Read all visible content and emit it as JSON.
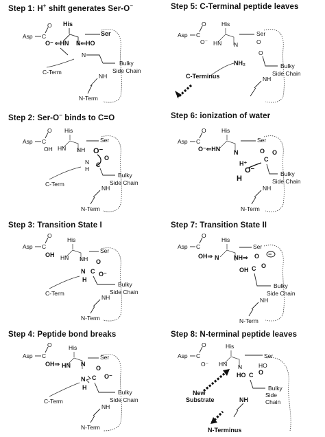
{
  "steps": [
    {
      "title_main": "Step 1: H",
      "title_sup": "+",
      "title_rest": " shift generates Ser-O",
      "title_end_sup": "−",
      "labels": {
        "his": "His",
        "ser": "Ser",
        "asp": "Asp",
        "c": "C",
        "asp_o": "O",
        "asp_om": "O⁻",
        "hn": "⇐HN",
        "nho": "N⇐HO",
        "n": "N",
        "cterm": "C-Term",
        "nterm": "N-Term",
        "nh": "NH",
        "bulky": "Bulky",
        "side": "Side Chain"
      }
    },
    {
      "title_main": "Step 2: Ser-O",
      "title_sup": "−",
      "title_rest": " binds to C=O",
      "title_end_sup": "",
      "labels": {
        "his": "His",
        "ser": "Ser",
        "asp": "Asp",
        "c": "C",
        "asp_o": "O",
        "asp_oh": "OH",
        "hn": "HN",
        "nh": "NH",
        "om": "O⁻",
        "o": "O",
        "cterm": "C-Term",
        "nterm": "N-Term",
        "nh2": "N",
        "h": "H",
        "nh3": "NH",
        "bulky": "Bulky",
        "side": "Side Chain"
      }
    },
    {
      "title_main": "Step 3: Transition State I",
      "title_sup": "",
      "title_rest": "",
      "title_end_sup": "",
      "labels": {
        "his": "His",
        "ser": "Ser",
        "asp": "Asp",
        "c": "C",
        "asp_o": "O",
        "asp_oh": "OH",
        "hn": "HN",
        "nh": "NH",
        "o": "O",
        "om": "O⁻",
        "cterm": "C-Term",
        "nterm": "N-Term",
        "n": "N",
        "h": "H",
        "nh3": "NH",
        "bulky": "Bulky",
        "side": "Side Chain"
      }
    },
    {
      "title_main": "Step 4: Peptide bond breaks",
      "title_sup": "",
      "title_rest": "",
      "title_end_sup": "",
      "labels": {
        "his": "His",
        "ser": "Ser",
        "asp": "Asp",
        "c": "C",
        "asp_o": "O",
        "asp_oh": "OH⇒",
        "hn": "HN",
        "n": "N",
        "o": "O",
        "om": "O⁻",
        "cterm": "C-Term",
        "nterm": "N-Term",
        "n2": "N",
        "h": "H",
        "nh3": "NH",
        "bulky": "Bulky",
        "side": "Side Chain"
      }
    },
    {
      "title_main": "Step 5: C-Terminal peptide leaves",
      "title_sup": "",
      "title_rest": "",
      "title_end_sup": "",
      "labels": {
        "his": "His",
        "ser": "Ser",
        "asp": "Asp",
        "c": "C",
        "asp_o": "O",
        "asp_om": "O⁻",
        "hn": "HN",
        "n": "N",
        "o": "O",
        "o2": "O",
        "nh2": "NH₂",
        "cterm": "C-Terminus",
        "nh3": "NH",
        "bulky": "Bulky",
        "side": "Side Chain"
      }
    },
    {
      "title_main": "Step 6: ionization of water",
      "title_sup": "",
      "title_rest": "",
      "title_end_sup": "",
      "labels": {
        "his": "His",
        "ser": "Ser",
        "asp": "Asp",
        "c": "C",
        "asp_o": "O",
        "asp_om": "O⁻⇐HN",
        "n": "N",
        "hplus": "H⁺",
        "o": "O",
        "o2": "O",
        "om": "O⁻",
        "h": "H",
        "nh3": "NH",
        "nterm": "N-Term",
        "bulky": "Bulky",
        "side": "Side Chain"
      }
    },
    {
      "title_main": "Step 7: Transition State II",
      "title_sup": "",
      "title_rest": "",
      "title_end_sup": "",
      "labels": {
        "his": "His",
        "ser": "Ser",
        "asp": "Asp",
        "c": "C",
        "asp_o": "O",
        "asp_oh": "OH⇒",
        "n": "N",
        "nh": "NH⇒",
        "o": "O",
        "oh": "OH",
        "o2": "O",
        "minus": "−",
        "nh3": "NH",
        "nterm": "N-Term",
        "bulky": "Bulky",
        "side": "Side Chain"
      }
    },
    {
      "title_main": "Step 8: N-terminal peptide leaves",
      "title_sup": "",
      "title_rest": "",
      "title_end_sup": "",
      "labels": {
        "his": "His",
        "ser": "Ser",
        "asp": "Asp",
        "c": "C",
        "asp_o": "O",
        "asp_om": "O⁻",
        "hn": "HN",
        "n": "N",
        "ho": "HO",
        "hoc": "HO",
        "o": "O",
        "nh": "NH",
        "new": "New",
        "substrate": "Substrate",
        "nterm": "N-Terminus",
        "bulky": "Bulky",
        "side": "Side",
        "chain": "Chain"
      }
    }
  ]
}
